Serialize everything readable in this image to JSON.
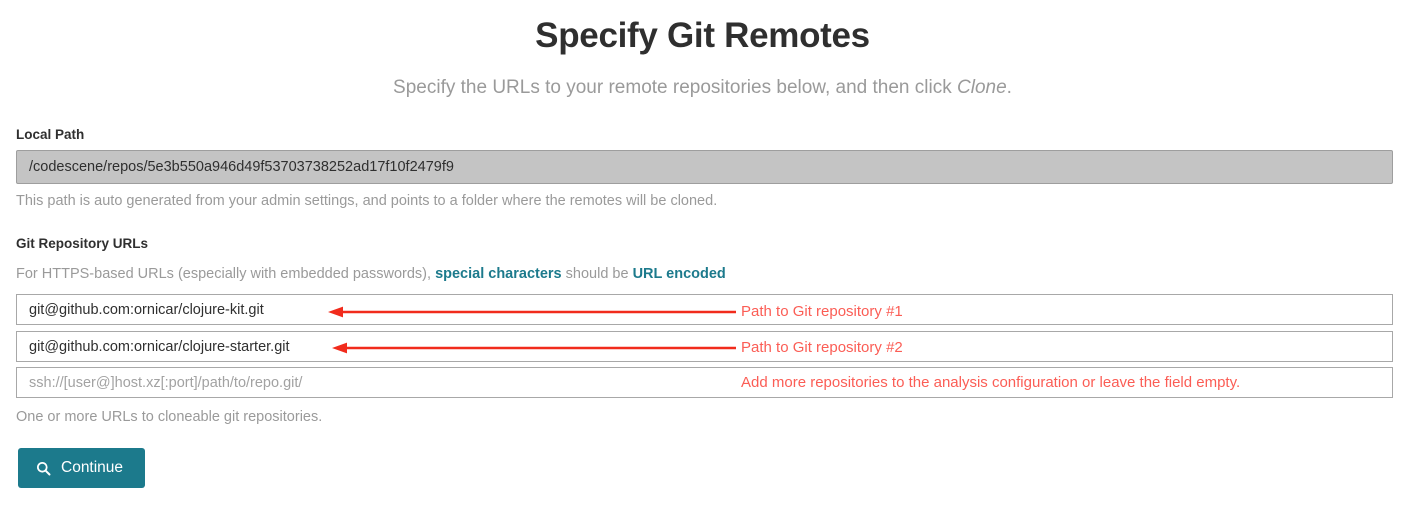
{
  "header": {
    "title": "Specify Git Remotes",
    "subtitle_prefix": "Specify the URLs to your remote repositories below, and then click ",
    "subtitle_emphasis": "Clone",
    "subtitle_suffix": "."
  },
  "local_path": {
    "label": "Local Path",
    "value": "/codescene/repos/5e3b550a946d49f53703738252ad17f10f2479f9",
    "help": "This path is auto generated from your admin settings, and points to a folder where the remotes will be cloned."
  },
  "git_urls": {
    "label": "Git Repository URLs",
    "help_part1": "For HTTPS-based URLs (especially with embedded passwords), ",
    "help_link1": "special characters",
    "help_part2": " should be ",
    "help_link2": "URL encoded",
    "rows": [
      {
        "value": "git@github.com:ornicar/clojure-kit.git",
        "placeholder": "ssh://[user@]host.xz[:port]/path/to/repo.git/"
      },
      {
        "value": "git@github.com:ornicar/clojure-starter.git",
        "placeholder": "ssh://[user@]host.xz[:port]/path/to/repo.git/"
      },
      {
        "value": "",
        "placeholder": "ssh://[user@]host.xz[:port]/path/to/repo.git/"
      }
    ],
    "help_footer": "One or more URLs to cloneable git repositories."
  },
  "actions": {
    "continue_label": "Continue",
    "continue_icon": "search-icon"
  },
  "annotations": [
    "Path to Git repository #1",
    "Path to Git repository #2",
    "Add more repositories to the analysis configuration or leave the field empty."
  ],
  "colors": {
    "accent_teal": "#1c7a8c",
    "annotation_red": "#fb5d55",
    "arrow_red": "#f12b1c",
    "disabled_field": "#c4c4c4",
    "muted_text": "#9a9a9a"
  }
}
